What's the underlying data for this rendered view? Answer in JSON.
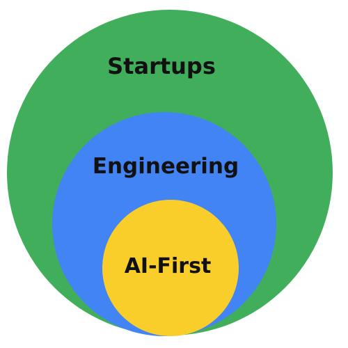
{
  "diagram": {
    "type": "nested-circles",
    "circles": [
      {
        "label": "Startups",
        "color": "#41AE5C"
      },
      {
        "label": "Engineering",
        "color": "#4284F3"
      },
      {
        "label": "AI-First",
        "color": "#F9CE2B"
      }
    ]
  }
}
